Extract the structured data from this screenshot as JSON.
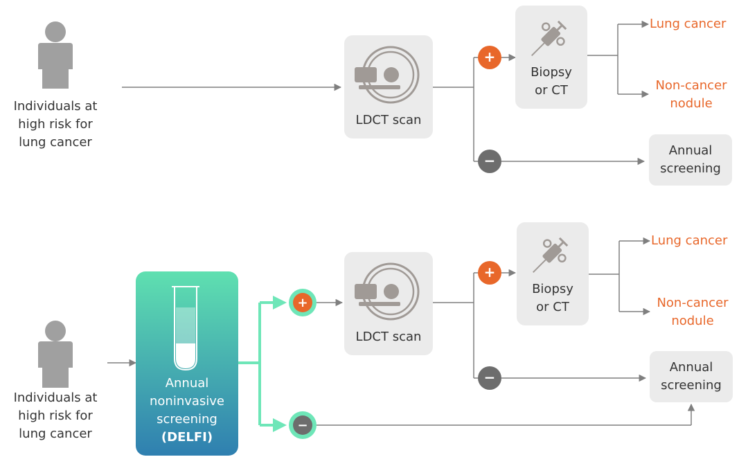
{
  "rows": [
    {
      "population_label": [
        "Individuals at",
        "high risk for",
        "lung cancer"
      ],
      "ldct_label": "LDCT scan",
      "biopsy_label": [
        "Biopsy",
        "or CT"
      ],
      "outcome_cancer": "Lung cancer",
      "outcome_noncancer": [
        "Non-cancer",
        "nodule"
      ],
      "annual_label": [
        "Annual",
        "screening"
      ]
    },
    {
      "population_label": [
        "Individuals at",
        "high risk for",
        "lung cancer"
      ],
      "ldct_label": "LDCT scan",
      "biopsy_label": [
        "Biopsy",
        "or CT"
      ],
      "outcome_cancer": "Lung cancer",
      "outcome_noncancer": [
        "Non-cancer",
        "nodule"
      ],
      "annual_label": [
        "Annual",
        "screening"
      ]
    }
  ],
  "delfi": {
    "label": [
      "Annual",
      "noninvasive",
      "screening"
    ],
    "label_bold": "(DELFI)"
  },
  "signs": {
    "positive": "+",
    "negative": "−"
  },
  "colors": {
    "arrow": "#7f7f7f",
    "box": "#ebebeb",
    "person": "#a0a0a0",
    "positive": "#e8672a",
    "negative": "#6d6d6d",
    "outcome": "#e8672a",
    "delfi_top": "#5fe0b0",
    "delfi_bottom": "#2f7fb0",
    "ring": "#6ee6b8"
  },
  "icons": [
    "person-icon",
    "ldct-scanner-icon",
    "syringe-icon",
    "test-tube-icon"
  ]
}
